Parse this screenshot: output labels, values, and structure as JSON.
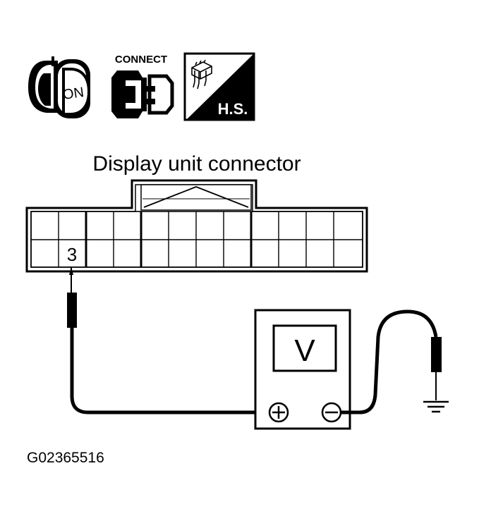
{
  "icons": {
    "ignition": {
      "icon": "ignition-key-icon",
      "label": "ON"
    },
    "connect": {
      "icon": "connector-plug-icon",
      "label": "CONNECT"
    },
    "harness": {
      "icon": "harness-connector-icon",
      "label": "H.S."
    }
  },
  "connector": {
    "title": "Display unit connector",
    "terminal": "3"
  },
  "meter": {
    "icon": "voltmeter-icon",
    "label": "V",
    "positive": "+",
    "negative": "−"
  },
  "ground": {
    "icon": "ground-icon"
  },
  "figure_id": "G02365516"
}
